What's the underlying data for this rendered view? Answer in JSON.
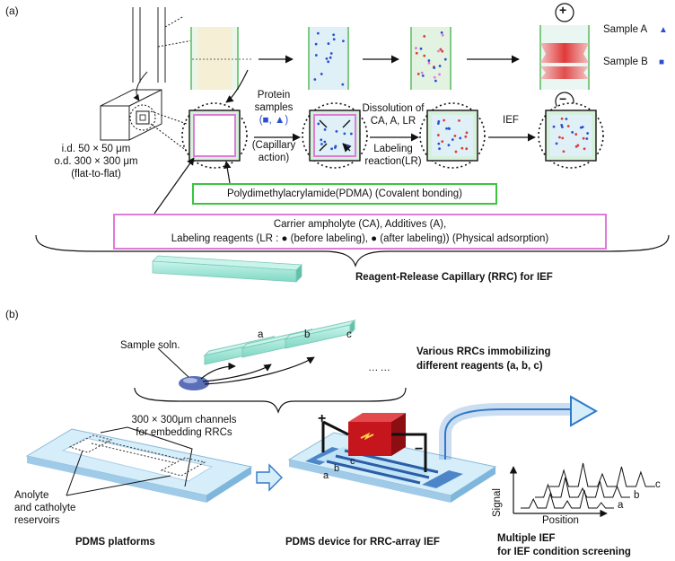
{
  "panel_a": {
    "label": "(a)",
    "polarity_plus": "+",
    "polarity_minus": "−",
    "sample_a": "Sample A",
    "sample_b": "Sample B",
    "sample_a_marker": "▲",
    "sample_b_marker": "■",
    "dims": [
      "i.d. 50 × 50 μm",
      "o.d. 300 × 300 μm",
      "(flat-to-flat)"
    ],
    "protein_samples": [
      "Protein",
      "samples",
      "(■, ▲)",
      "(Capillary",
      "action)"
    ],
    "dissolution": [
      "Dissolution of",
      "CA, A, LR"
    ],
    "labeling": [
      "Labeling",
      "reaction(LR)"
    ],
    "ief": "IEF",
    "pdma": "Polydimethylacrylamide(PDMA) (Covalent bonding)",
    "reagents_line1": "Carrier ampholyte (CA), Additives (A),",
    "reagents_line2": "Labeling reagents (LR : ● (before labeling), ● (after labeling)) (Physical adsorption)",
    "rrc_caption": "Reagent-Release Capillary (RRC) for IEF"
  },
  "panel_b": {
    "label": "(b)",
    "sample_soln": "Sample soln.",
    "rrc_labels": [
      "a",
      "b",
      "c"
    ],
    "ellipsis": "……",
    "various_rrcs": [
      "Various RRCs immobilizing",
      "different reagents (a, b, c)"
    ],
    "channels": [
      "300 × 300μm channels",
      "for embedding RRCs"
    ],
    "reservoirs": [
      "Anolyte",
      "and catholyte",
      "reservoirs"
    ],
    "plus": "+",
    "minus": "−",
    "device_labels": [
      "a",
      "b",
      "c"
    ],
    "pdms_platforms": "PDMS platforms",
    "pdms_device": "PDMS device for RRC-array IEF",
    "multiple_ief": [
      "Multiple IEF",
      "for IEF condition screening"
    ],
    "signal": "Signal",
    "position": "Position",
    "trace_labels": [
      "a",
      "b",
      "c"
    ]
  },
  "colors": {
    "pdma_border": "#39c63a",
    "reagent_border": "#e07ad8",
    "capillary": "#9ee8d8",
    "arrow_blue": "#2f79c7",
    "power_red": "#c4161c",
    "platform": "#a6d3ef"
  }
}
